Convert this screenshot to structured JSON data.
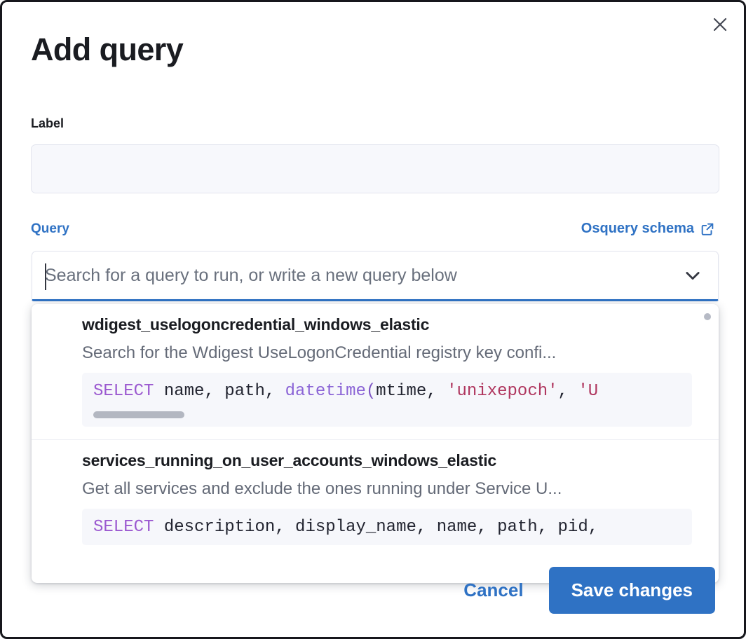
{
  "modal": {
    "title": "Add query",
    "close_icon": "close-icon"
  },
  "label_field": {
    "label": "Label",
    "value": "",
    "placeholder": ""
  },
  "query_field": {
    "label": "Query",
    "schema_link": "Osquery schema",
    "schema_link_icon": "external-link-icon",
    "search_value": "",
    "search_placeholder": "Search for a query to run, or write a new query below",
    "chevron_icon": "chevron-down-icon"
  },
  "dropdown": {
    "options": [
      {
        "title": "wdigest_uselogoncredential_windows_elastic",
        "description": "Search for the Wdigest UseLogonCredential registry key confi...",
        "code": {
          "keyword": "SELECT",
          "mid": " name, path, ",
          "fn": "datetime",
          "open": "(",
          "args": "mtime, ",
          "str1": "'unixepoch'",
          "comma": ", ",
          "str2": "'U"
        },
        "has_scrollbar": true
      },
      {
        "title": "services_running_on_user_accounts_windows_elastic",
        "description": "Get all services and exclude the ones running under Service U...",
        "code": {
          "keyword": "SELECT",
          "mid": " description, display_name, name, path, pid,",
          "fn": "",
          "open": "",
          "args": "",
          "str1": "",
          "comma": "",
          "str2": ""
        },
        "has_scrollbar": false
      }
    ]
  },
  "footer": {
    "cancel_label": "Cancel",
    "save_label": "Save changes"
  },
  "colors": {
    "accent": "#2f72c4",
    "text": "#1a1c21",
    "muted": "#646a77",
    "code_bg": "#f6f7fb",
    "input_bg": "#f7f8fc"
  }
}
